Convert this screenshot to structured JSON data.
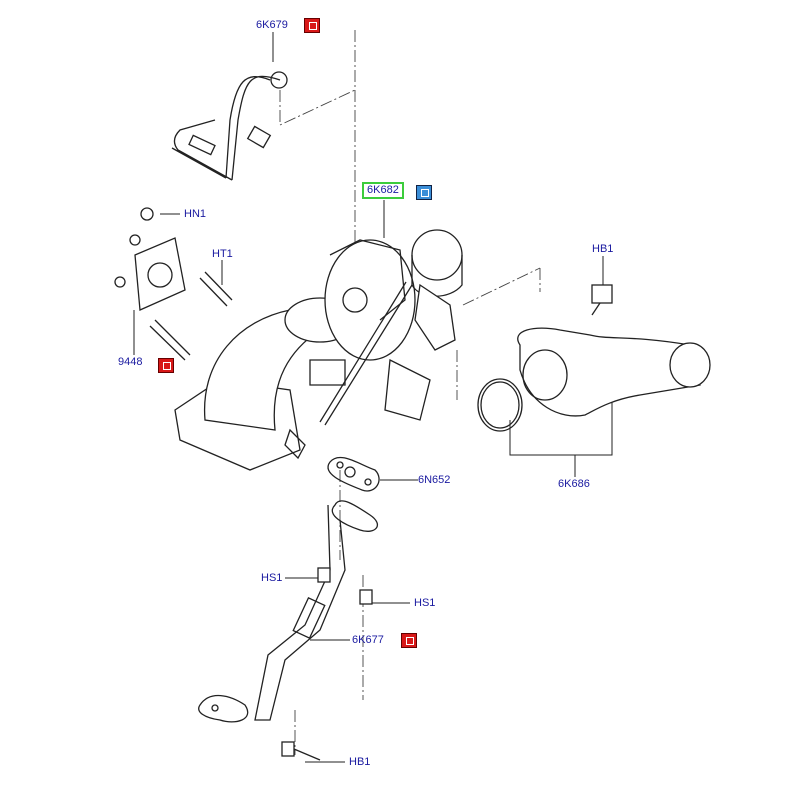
{
  "diagram": {
    "labels": {
      "l_6k679": "6K679",
      "l_6k682": "6K682",
      "l_hn1": "HN1",
      "l_ht1": "HT1",
      "l_hb1_top": "HB1",
      "l_9448": "9448",
      "l_6n652": "6N652",
      "l_6k686": "6K686",
      "l_hs1_left": "HS1",
      "l_hs1_right": "HS1",
      "l_6k677": "6K677",
      "l_hb1_bottom": "HB1"
    },
    "selected_part": "6K682",
    "colors": {
      "label": "#1a1aa0",
      "selected_outline": "#3ccc3c",
      "red_icon": "#d81818",
      "blue_icon": "#3a8ed8"
    },
    "icons": [
      "info-book-icon-red",
      "info-book-icon-blue"
    ]
  }
}
